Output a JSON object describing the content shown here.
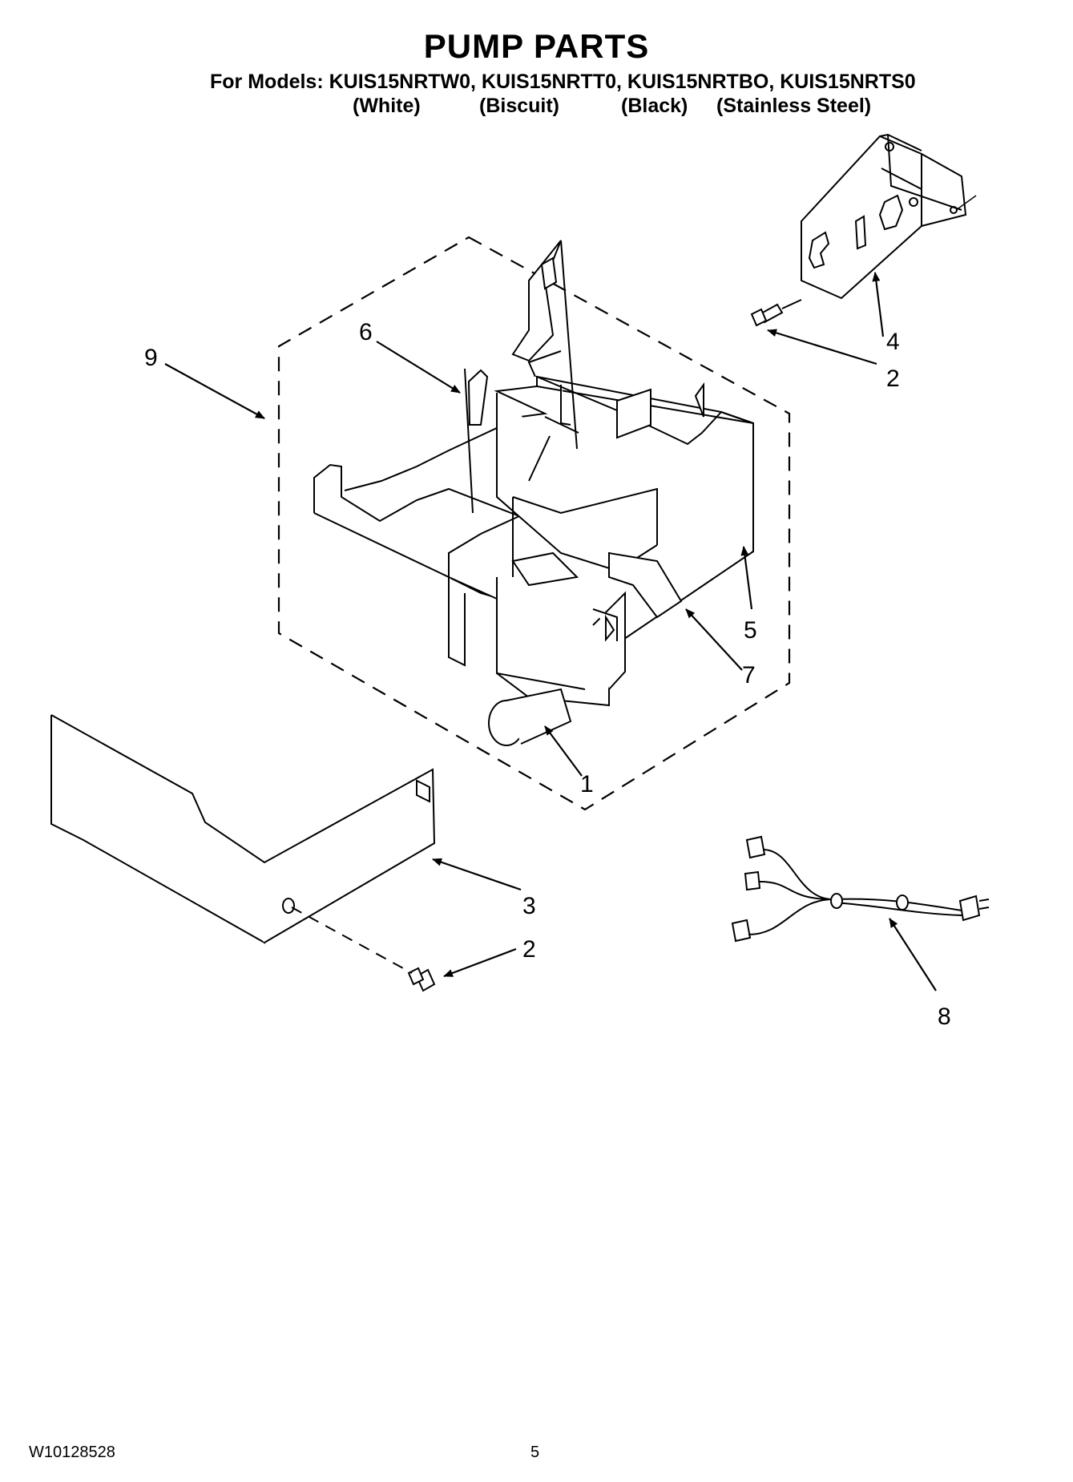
{
  "page": {
    "title": "PUMP PARTS",
    "models_line": "For Models: KUIS15NRTW0, KUIS15NRTT0, KUIS15NRTBO, KUIS15NRTS0",
    "variants": [
      "(White)",
      "(Biscuit)",
      "(Black)",
      "(Stainless Steel)"
    ],
    "doc_number": "W10128528",
    "page_number": "5"
  },
  "callouts": {
    "c1": "1",
    "c2a": "2",
    "c2b": "2",
    "c3": "3",
    "c4": "4",
    "c5": "5",
    "c6": "6",
    "c7": "7",
    "c8": "8",
    "c9": "9"
  },
  "icons": {
    "bracket": "mounting-bracket-icon",
    "screw": "screw-icon",
    "pump": "pump-icon",
    "harness": "wire-harness-icon",
    "cover": "cover-panel-icon"
  }
}
